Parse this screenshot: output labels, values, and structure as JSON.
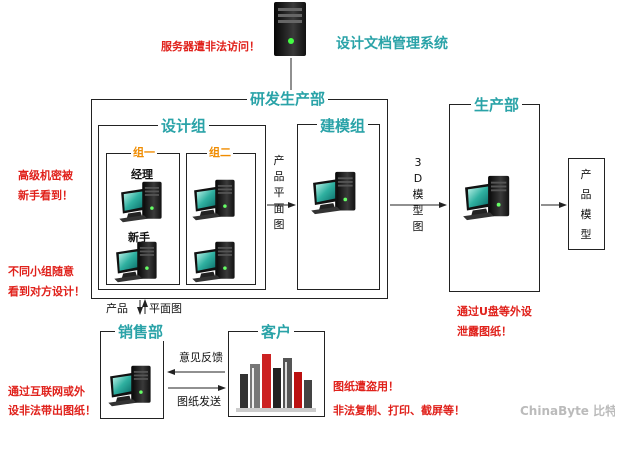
{
  "system_title": "设计文档管理系统",
  "server_warning": "服务器遭非法访问！",
  "rd_dept": {
    "title": "研发生产部",
    "design_group": {
      "title": "设计组",
      "sub1": {
        "title": "组一",
        "user_label": "经理"
      },
      "sub2": {
        "title": "组二"
      },
      "user2_label": "新手"
    },
    "modeling_group": {
      "title": "建模组"
    },
    "flow_design_to_model": "产品平面图",
    "flow_model_to_prod": "3D模型图"
  },
  "production_dept": {
    "title": "生产部"
  },
  "product_model": "产品模型",
  "sales_dept": {
    "title": "销售部"
  },
  "customer": {
    "title": "客户"
  },
  "arrow_rd_sales": {
    "left": "产品",
    "right": "平面图"
  },
  "feedback": "意见反馈",
  "drawing_send": "图纸发送",
  "warnings": {
    "left_1a": "高级机密被",
    "left_1b": "新手看到！",
    "left_2a": "不同小组随意",
    "left_2b": "看到对方设计！",
    "left_3a": "通过互联网或外",
    "left_3b": "设非法带出图纸！",
    "prod_a": "通过U盘等外设",
    "prod_b": "泄露图纸！",
    "cust_a": "图纸遭盗用！",
    "cust_b": "非法复制、打印、截屏等！"
  },
  "watermark": "ChinaByte 比特网",
  "colors": {
    "teal": "#2aa3a8",
    "orange": "#f08c00",
    "red": "#e0211b"
  }
}
